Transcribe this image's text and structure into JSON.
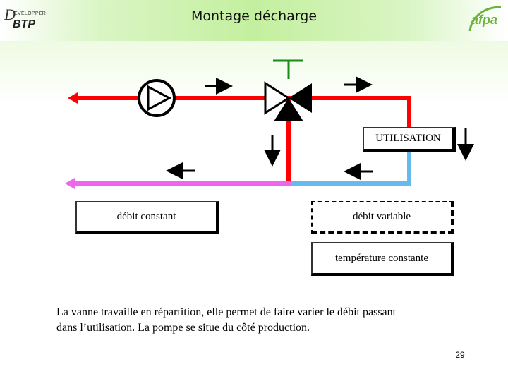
{
  "header": {
    "title": "Montage décharge",
    "logo_left": {
      "letter": "D",
      "sub": "ÉVELOPPER",
      "brand": "BTP"
    },
    "logo_right": {
      "name": "afpa"
    }
  },
  "diagram": {
    "components": {
      "pump": "pump-icon",
      "valve": "three-way-valve-icon",
      "actuator": "valve-actuator-icon"
    },
    "pipes": {
      "supply_color": "#ff0000",
      "return_color": "#ee66ee",
      "user_return_color": "#66bbee"
    },
    "labels": {
      "utilisation": "UTILISATION",
      "debit_constant": "débit constant",
      "debit_variable": "débit variable",
      "temperature_constante": "température constante"
    }
  },
  "caption": {
    "line1": "La vanne travaille en répartition, elle permet de faire varier le débit passant",
    "line2": "dans l’utilisation. La pompe se situe du côté production."
  },
  "page_number": "29"
}
